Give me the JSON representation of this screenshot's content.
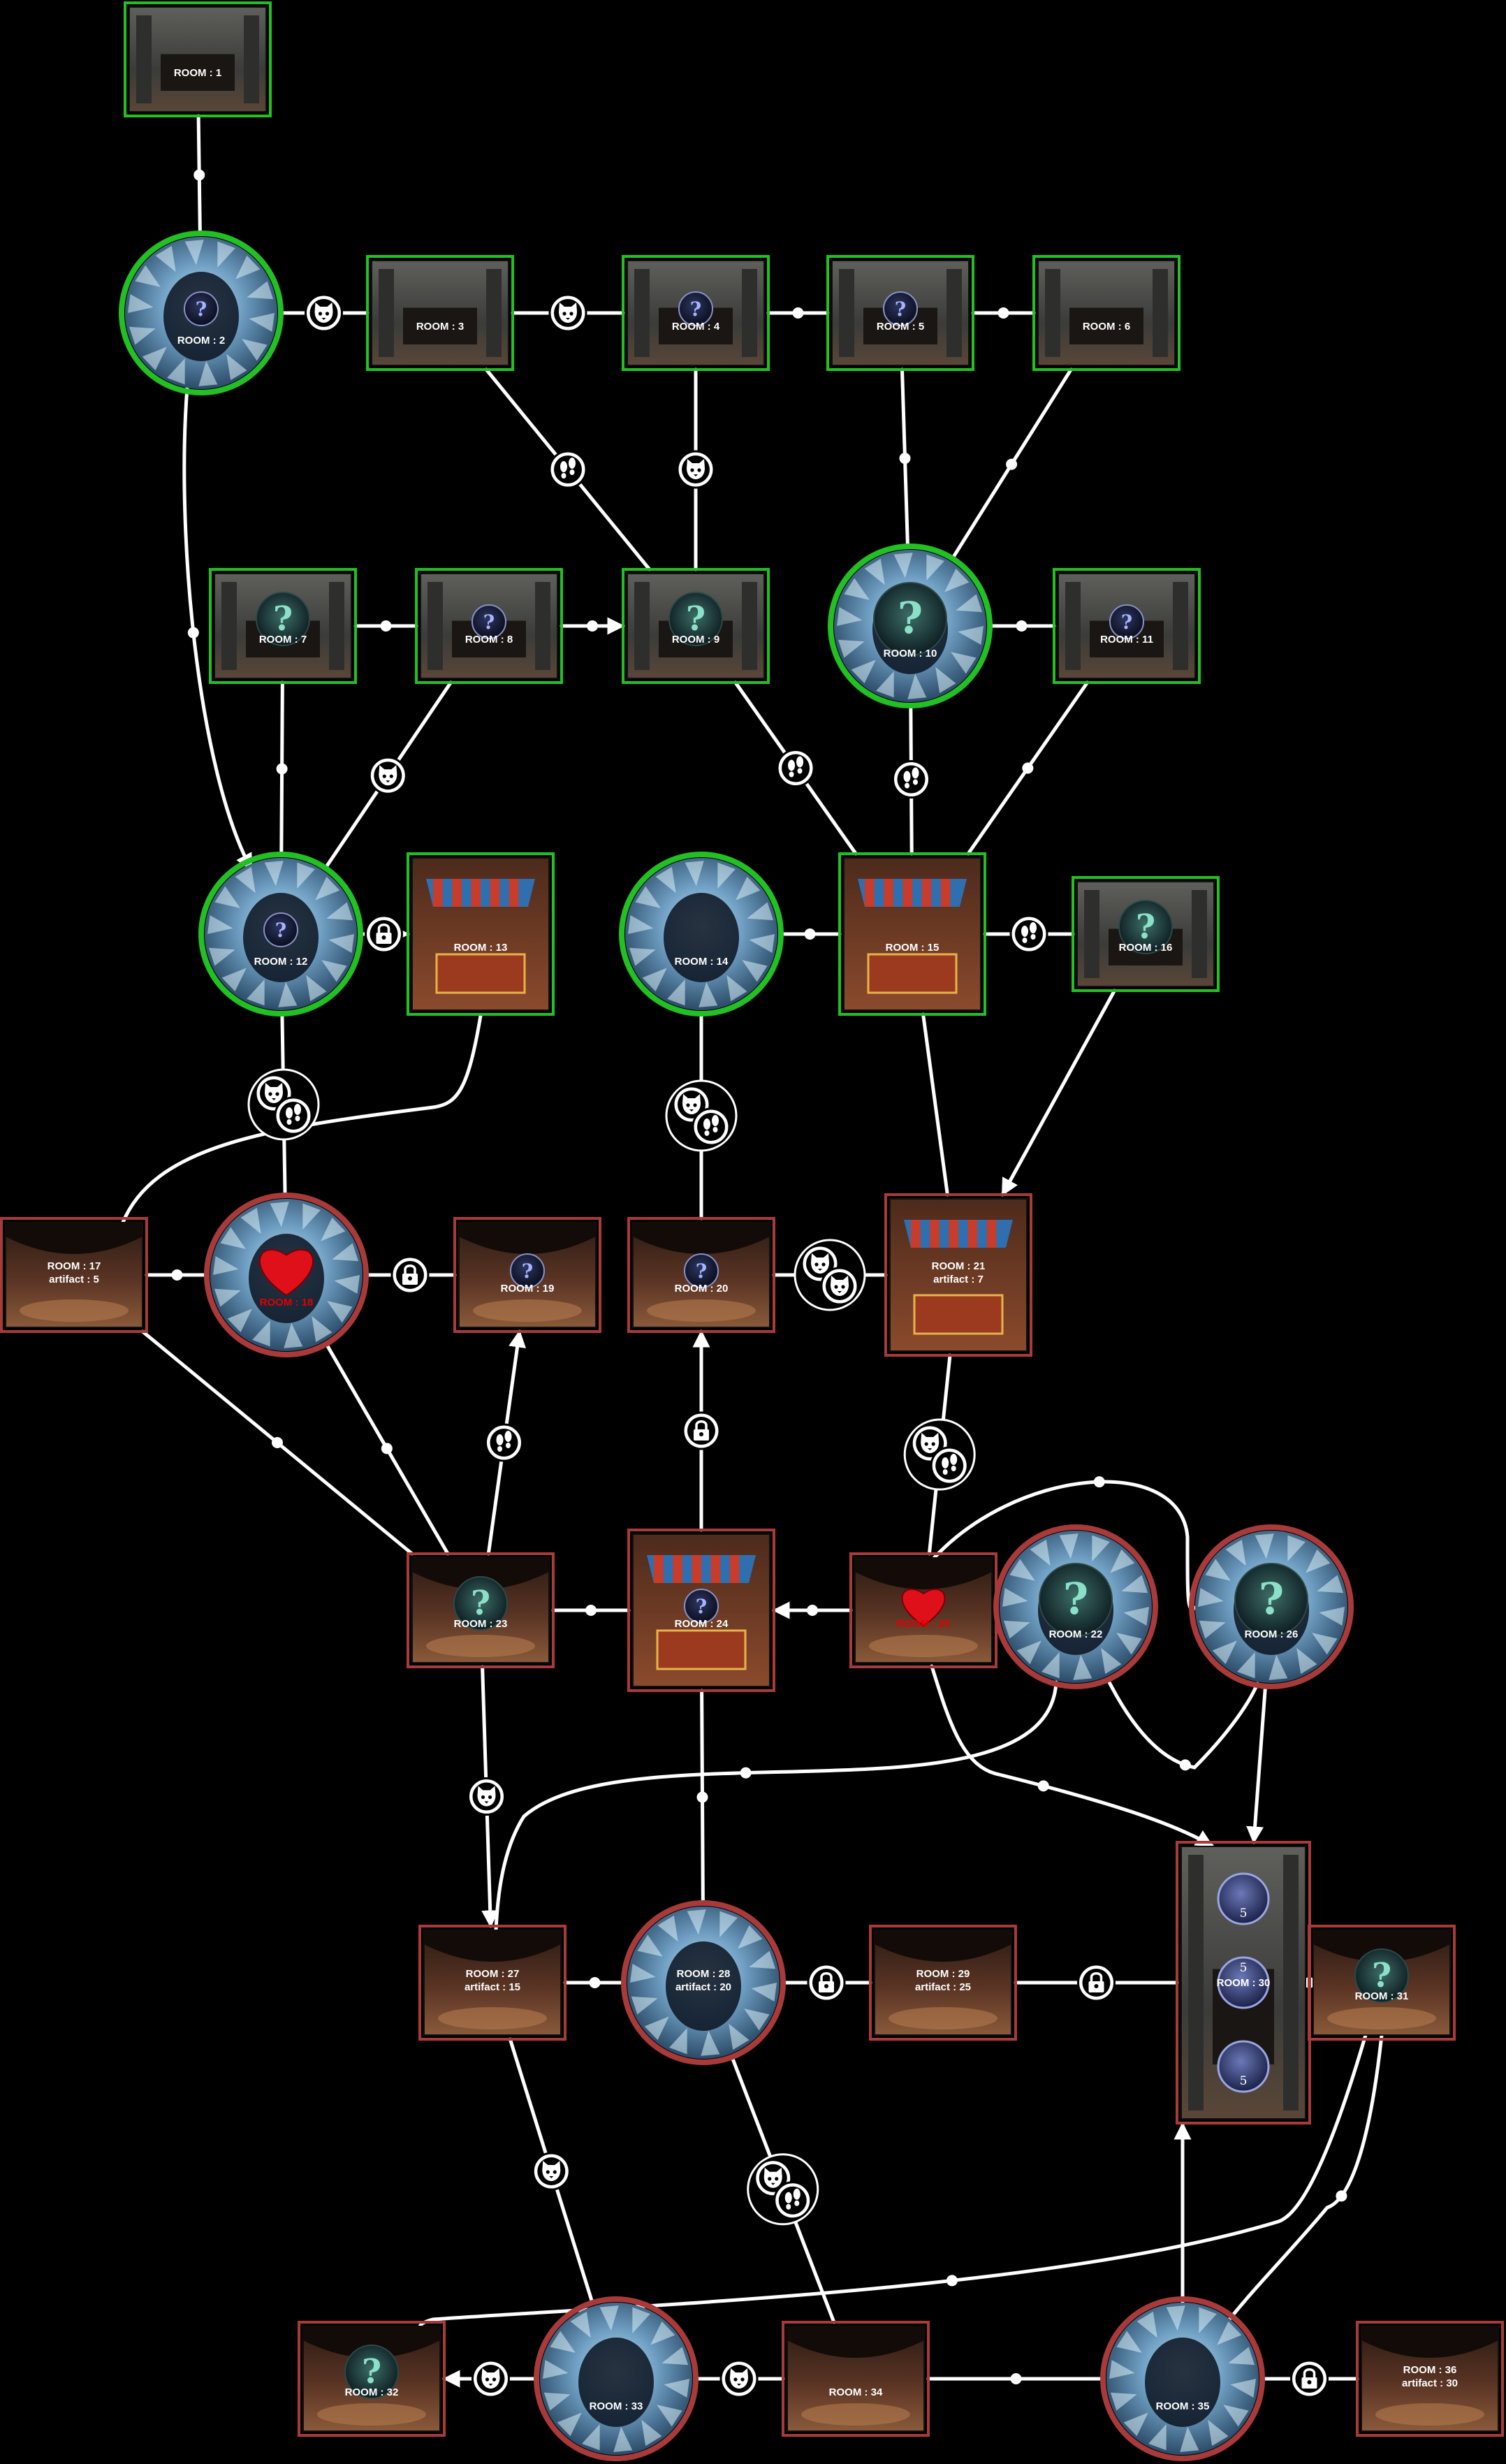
{
  "colors": {
    "background": "#000000",
    "explored_border": "#22c022",
    "unexplored_border": "#a83a3a",
    "connector": "#ffffff",
    "crystal_room": "#5d8fb5",
    "chamber_room": "#4a4a48",
    "cave_room": "#4a2b1e",
    "heart": "#e0101a"
  },
  "rooms": [
    {
      "id": 1,
      "label": "ROOM : 1",
      "artifact": "",
      "state": "explored",
      "shape": "square",
      "style": "chamber",
      "icon": ""
    },
    {
      "id": 2,
      "label": "ROOM : 2",
      "artifact": "",
      "state": "explored",
      "shape": "circle",
      "style": "crystal",
      "icon": "orb-question-icon"
    },
    {
      "id": 3,
      "label": "ROOM : 3",
      "artifact": "",
      "state": "explored",
      "shape": "square",
      "style": "chamber",
      "icon": ""
    },
    {
      "id": 4,
      "label": "ROOM : 4",
      "artifact": "",
      "state": "explored",
      "shape": "square",
      "style": "chamber",
      "icon": "orb-question-icon"
    },
    {
      "id": 5,
      "label": "ROOM : 5",
      "artifact": "",
      "state": "explored",
      "shape": "square",
      "style": "chamber",
      "icon": "orb-question-icon"
    },
    {
      "id": 6,
      "label": "ROOM : 6",
      "artifact": "",
      "state": "explored",
      "shape": "square",
      "style": "chamber",
      "icon": ""
    },
    {
      "id": 7,
      "label": "ROOM : 7",
      "artifact": "",
      "state": "explored",
      "shape": "square",
      "style": "chamber",
      "icon": "question-icon"
    },
    {
      "id": 8,
      "label": "ROOM : 8",
      "artifact": "",
      "state": "explored",
      "shape": "square",
      "style": "chamber",
      "icon": "orb-question-icon"
    },
    {
      "id": 9,
      "label": "ROOM : 9",
      "artifact": "",
      "state": "explored",
      "shape": "square",
      "style": "chamber",
      "icon": "question-icon"
    },
    {
      "id": 10,
      "label": "ROOM : 10",
      "artifact": "",
      "state": "explored",
      "shape": "circle",
      "style": "crystal",
      "icon": "question-icon"
    },
    {
      "id": 11,
      "label": "ROOM : 11",
      "artifact": "",
      "state": "explored",
      "shape": "square",
      "style": "chamber",
      "icon": "orb-question-icon"
    },
    {
      "id": 12,
      "label": "ROOM : 12",
      "artifact": "",
      "state": "explored",
      "shape": "circle",
      "style": "crystal",
      "icon": "orb-question-icon"
    },
    {
      "id": 13,
      "label": "ROOM : 13",
      "artifact": "",
      "state": "explored",
      "shape": "square",
      "style": "market",
      "icon": "market-stall-icon"
    },
    {
      "id": 14,
      "label": "ROOM : 14",
      "artifact": "",
      "state": "explored",
      "shape": "circle",
      "style": "crystal",
      "icon": ""
    },
    {
      "id": 15,
      "label": "ROOM : 15",
      "artifact": "",
      "state": "explored",
      "shape": "square",
      "style": "market",
      "icon": "market-stall-icon"
    },
    {
      "id": 16,
      "label": "ROOM : 16",
      "artifact": "",
      "state": "explored",
      "shape": "square",
      "style": "chamber",
      "icon": "question-icon"
    },
    {
      "id": 17,
      "label": "ROOM : 17",
      "artifact": "artifact : 5",
      "state": "unexplored",
      "shape": "square",
      "style": "cave",
      "icon": ""
    },
    {
      "id": 18,
      "label": "ROOM : 18",
      "artifact": "",
      "state": "unexplored",
      "shape": "circle",
      "style": "crystal",
      "icon": "heart-icon",
      "red_label": true
    },
    {
      "id": 19,
      "label": "ROOM : 19",
      "artifact": "",
      "state": "unexplored",
      "shape": "square",
      "style": "cave",
      "icon": "orb-question-icon"
    },
    {
      "id": 20,
      "label": "ROOM : 20",
      "artifact": "",
      "state": "unexplored",
      "shape": "square",
      "style": "cave",
      "icon": "orb-question-icon"
    },
    {
      "id": 21,
      "label": "ROOM : 21",
      "artifact": "artifact : 7",
      "state": "unexplored",
      "shape": "square",
      "style": "market",
      "icon": "market-stall-icon"
    },
    {
      "id": 22,
      "label": "ROOM : 22",
      "artifact": "",
      "state": "unexplored",
      "shape": "circle",
      "style": "crystal",
      "icon": "question-icon"
    },
    {
      "id": 23,
      "label": "ROOM : 23",
      "artifact": "",
      "state": "unexplored",
      "shape": "square",
      "style": "cave",
      "icon": "question-icon"
    },
    {
      "id": 24,
      "label": "ROOM : 24",
      "artifact": "",
      "state": "unexplored",
      "shape": "square",
      "style": "market",
      "icon": "market-stall-icon"
    },
    {
      "id": 25,
      "label": "ROOM : 25",
      "artifact": "",
      "state": "unexplored",
      "shape": "square",
      "style": "cave",
      "icon": "heart-icon",
      "red_label": true
    },
    {
      "id": 26,
      "label": "ROOM : 26",
      "artifact": "",
      "state": "unexplored",
      "shape": "circle",
      "style": "crystal",
      "icon": "question-icon"
    },
    {
      "id": 27,
      "label": "ROOM : 27",
      "artifact": "artifact : 15",
      "state": "unexplored",
      "shape": "square",
      "style": "cave",
      "icon": ""
    },
    {
      "id": 28,
      "label": "ROOM : 28",
      "artifact": "artifact : 20",
      "state": "unexplored",
      "shape": "circle",
      "style": "crystal",
      "icon": ""
    },
    {
      "id": 29,
      "label": "ROOM : 29",
      "artifact": "artifact : 25",
      "state": "unexplored",
      "shape": "square",
      "style": "cave",
      "icon": ""
    },
    {
      "id": 30,
      "label": "ROOM : 30",
      "artifact": "",
      "state": "unexplored",
      "shape": "tall",
      "style": "chamber",
      "icon": "boss-seal-icon",
      "seals": [
        "5",
        "5",
        "5"
      ]
    },
    {
      "id": 31,
      "label": "ROOM : 31",
      "artifact": "",
      "state": "unexplored",
      "shape": "square",
      "style": "cave",
      "icon": "question-icon"
    },
    {
      "id": 32,
      "label": "ROOM : 32",
      "artifact": "",
      "state": "unexplored",
      "shape": "square",
      "style": "cave",
      "icon": "question-icon"
    },
    {
      "id": 33,
      "label": "ROOM : 33",
      "artifact": "",
      "state": "unexplored",
      "shape": "circle",
      "style": "crystal",
      "icon": ""
    },
    {
      "id": 34,
      "label": "ROOM : 34",
      "artifact": "",
      "state": "unexplored",
      "shape": "square",
      "style": "cave",
      "icon": ""
    },
    {
      "id": 35,
      "label": "ROOM : 35",
      "artifact": "",
      "state": "unexplored",
      "shape": "circle",
      "style": "crystal",
      "icon": ""
    },
    {
      "id": 36,
      "label": "ROOM : 36",
      "artifact": "artifact : 30",
      "state": "unexplored",
      "shape": "square",
      "style": "cave",
      "icon": ""
    }
  ],
  "connections": [
    {
      "from": 1,
      "to": 2,
      "gate": "dot"
    },
    {
      "from": 2,
      "to": 3,
      "gate": "cat-icon"
    },
    {
      "from": 3,
      "to": 4,
      "gate": "cat-icon"
    },
    {
      "from": 4,
      "to": 5,
      "gate": "dot"
    },
    {
      "from": 5,
      "to": 6,
      "gate": "dot"
    },
    {
      "from": 3,
      "to": 9,
      "gate": "footprints-icon"
    },
    {
      "from": 4,
      "to": 9,
      "gate": "cat-icon"
    },
    {
      "from": 5,
      "to": 10,
      "gate": "dot"
    },
    {
      "from": 6,
      "to": 10,
      "gate": "dot"
    },
    {
      "from": 2,
      "to": 12,
      "gate": "dot",
      "arrow": true
    },
    {
      "from": 7,
      "to": 8,
      "gate": "dot"
    },
    {
      "from": 8,
      "to": 9,
      "gate": "dot",
      "arrow": true
    },
    {
      "from": 10,
      "to": 11,
      "gate": "dot"
    },
    {
      "from": 7,
      "to": 12,
      "gate": "dot"
    },
    {
      "from": 8,
      "to": 12,
      "gate": "cat-icon"
    },
    {
      "from": 9,
      "to": 15,
      "gate": "footprints-icon"
    },
    {
      "from": 10,
      "to": 15,
      "gate": "footprints-icon"
    },
    {
      "from": 11,
      "to": 15,
      "gate": "dot"
    },
    {
      "from": 12,
      "to": 13,
      "gate": "lock-icon",
      "arrow": true
    },
    {
      "from": 14,
      "to": 15,
      "gate": "dot"
    },
    {
      "from": 15,
      "to": 16,
      "gate": "footprints-icon"
    },
    {
      "from": 12,
      "to": 18,
      "gate": "cat-and-footprints-icon"
    },
    {
      "from": 13,
      "to": 17,
      "gate": "none"
    },
    {
      "from": 14,
      "to": 20,
      "gate": "cat-and-footprints-icon"
    },
    {
      "from": 15,
      "to": 21,
      "gate": "none"
    },
    {
      "from": 16,
      "to": 21,
      "gate": "none",
      "arrow": true
    },
    {
      "from": 17,
      "to": 18,
      "gate": "dot"
    },
    {
      "from": 18,
      "to": 19,
      "gate": "lock-icon"
    },
    {
      "from": 20,
      "to": 21,
      "gate": "cat-and-cat-icon"
    },
    {
      "from": 17,
      "to": 23,
      "gate": "dot"
    },
    {
      "from": 18,
      "to": 23,
      "gate": "dot"
    },
    {
      "from": 23,
      "to": 19,
      "gate": "footprints-icon",
      "arrow": true
    },
    {
      "from": 24,
      "to": 20,
      "gate": "lock-icon",
      "arrow": true
    },
    {
      "from": 21,
      "to": 25,
      "gate": "cat-and-footprints-icon"
    },
    {
      "from": 23,
      "to": 24,
      "gate": "dot"
    },
    {
      "from": 25,
      "to": 24,
      "gate": "dot",
      "arrow": true
    },
    {
      "from": 25,
      "to": 26,
      "gate": "dot"
    },
    {
      "from": 23,
      "to": 27,
      "gate": "cat-icon",
      "arrow": true
    },
    {
      "from": 22,
      "to": 27,
      "gate": "dot"
    },
    {
      "from": 24,
      "to": 28,
      "gate": "dot"
    },
    {
      "from": 25,
      "to": 30,
      "gate": "dot",
      "arrow": true
    },
    {
      "from": 22,
      "to": 26,
      "gate": "dot"
    },
    {
      "from": 26,
      "to": 30,
      "gate": "none",
      "arrow": true
    },
    {
      "from": 27,
      "to": 28,
      "gate": "dot"
    },
    {
      "from": 28,
      "to": 29,
      "gate": "lock-icon"
    },
    {
      "from": 29,
      "to": 30,
      "gate": "lock-icon"
    },
    {
      "from": 30,
      "to": 31,
      "gate": "dot",
      "arrow": true
    },
    {
      "from": 27,
      "to": 33,
      "gate": "cat-icon"
    },
    {
      "from": 28,
      "to": 34,
      "gate": "cat-and-footprints-icon"
    },
    {
      "from": 31,
      "to": 32,
      "gate": "dot"
    },
    {
      "from": 31,
      "to": 35,
      "gate": "dot"
    },
    {
      "from": 33,
      "to": 32,
      "gate": "cat-icon",
      "arrow": true
    },
    {
      "from": 34,
      "to": 33,
      "gate": "cat-icon"
    },
    {
      "from": 34,
      "to": 35,
      "gate": "dot"
    },
    {
      "from": 35,
      "to": 30,
      "gate": "none",
      "arrow": true
    },
    {
      "from": 35,
      "to": 36,
      "gate": "lock-icon"
    }
  ]
}
